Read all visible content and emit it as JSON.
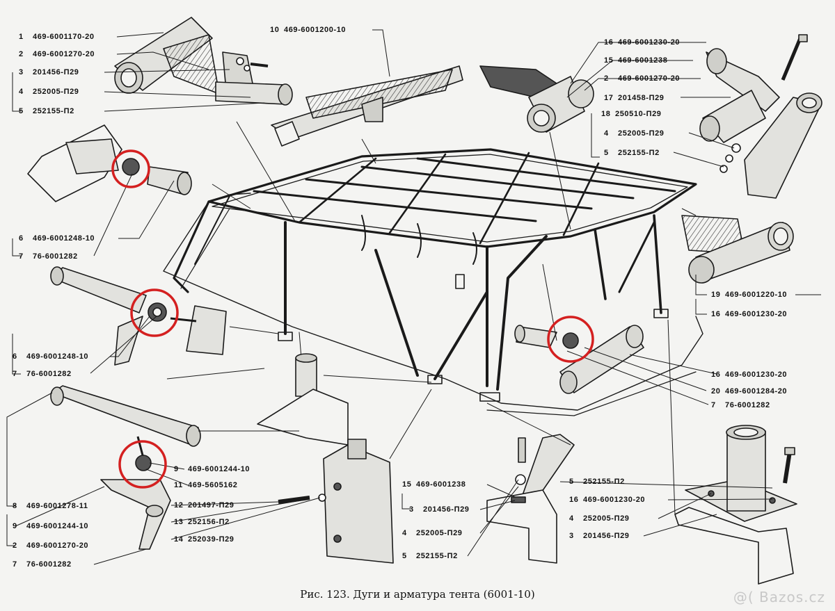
{
  "labels": [
    {
      "num": "1",
      "code": "469-6001170-20"
    },
    {
      "num": "2",
      "code": "469-6001270-20"
    },
    {
      "num": "3",
      "code": "201456-П29"
    },
    {
      "num": "4",
      "code": "252005-П29"
    },
    {
      "num": "5",
      "code": "252155-П2"
    },
    {
      "num": "10",
      "code": "469-6001200-10"
    },
    {
      "num": "16",
      "code": "469-6001230-20"
    },
    {
      "num": "15",
      "code": "469-6001238"
    },
    {
      "num": "2",
      "code": "469-6001270-20"
    },
    {
      "num": "17",
      "code": "201458-П29"
    },
    {
      "num": "18",
      "code": "250510-П29"
    },
    {
      "num": "4",
      "code": "252005-П29"
    },
    {
      "num": "5",
      "code": "252155-П2"
    },
    {
      "num": "6",
      "code": "469-6001248-10"
    },
    {
      "num": "7",
      "code": "76-6001282"
    },
    {
      "num": "19",
      "code": "469-6001220-10"
    },
    {
      "num": "16",
      "code": "469-6001230-20"
    },
    {
      "num": "6",
      "code": "469-6001248-10"
    },
    {
      "num": "7",
      "code": "76-6001282"
    },
    {
      "num": "16",
      "code": "469-6001230-20"
    },
    {
      "num": "20",
      "code": "469-6001284-20"
    },
    {
      "num": "7",
      "code": "76-6001282"
    },
    {
      "num": "9",
      "code": "469-6001244-10"
    },
    {
      "num": "11",
      "code": "469-5605162"
    },
    {
      "num": "12",
      "code": "201497-П29"
    },
    {
      "num": "13",
      "code": "252156-П2"
    },
    {
      "num": "14",
      "code": "252039-П29"
    },
    {
      "num": "8",
      "code": "469-6001278-11"
    },
    {
      "num": "9",
      "code": "469-6001244-10"
    },
    {
      "num": "2",
      "code": "469-6001270-20"
    },
    {
      "num": "7",
      "code": "76-6001282"
    },
    {
      "num": "15",
      "code": "469-6001238"
    },
    {
      "num": "3",
      "code": "201456-П29"
    },
    {
      "num": "4",
      "code": "252005-П29"
    },
    {
      "num": "5",
      "code": "252155-П2"
    },
    {
      "num": "5",
      "code": "252155-П2"
    },
    {
      "num": "16",
      "code": "469-6001230-20"
    },
    {
      "num": "4",
      "code": "252005-П29"
    },
    {
      "num": "3",
      "code": "201456-П29"
    }
  ],
  "caption": "Рис. 123. Дуги и арматура тента (6001-10)",
  "watermark": "@( Bazos.cz",
  "colors": {
    "ink": "#1a1a1a",
    "highlight": "#d42020",
    "paper": "#f4f4f2",
    "fill": "#e2e2de"
  }
}
